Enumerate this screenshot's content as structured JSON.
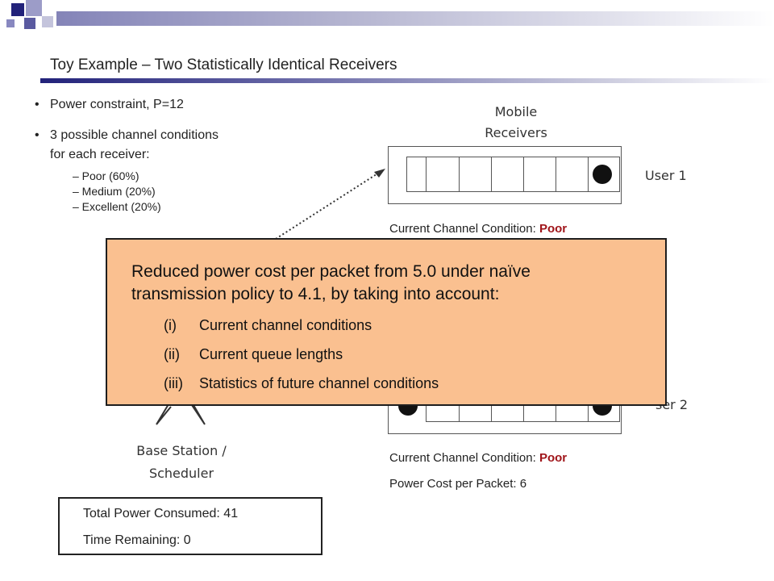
{
  "slide": {
    "title": "Toy Example – Two Statistically Identical Receivers",
    "accent_color": "#22227a"
  },
  "bullets": [
    {
      "text": "Power constraint, P=12"
    },
    {
      "text_line1": "3 possible channel conditions",
      "text_line2": "for each receiver:"
    }
  ],
  "sub_bullets": [
    "– Poor (60%)",
    "– Medium (20%)",
    "– Excellent (20%)"
  ],
  "diagram": {
    "mobile_label_line1": "Mobile",
    "mobile_label_line2": "Receivers",
    "user1_label": "User 1",
    "user2_label": "ser 2",
    "base_label_line1": "Base Station /",
    "base_label_line2": "Scheduler",
    "user1_condition_prefix": "Current Channel Condition: ",
    "user1_condition_value": "Poor",
    "user2_condition_prefix": "Current Channel Condition: ",
    "user2_condition_value": "Poor",
    "user2_power_cost": "Power Cost per Packet: 6"
  },
  "overlay": {
    "line1": "Reduced power cost per packet from 5.0 under naïve",
    "line2": "transmission policy to 4.1, by taking into account:",
    "items": [
      {
        "num": "(i)",
        "text": "Current channel conditions"
      },
      {
        "num": "(ii)",
        "text": "Current queue lengths"
      },
      {
        "num": "(iii)",
        "text": "Statistics of future channel conditions"
      }
    ],
    "background_color": "#fac090"
  },
  "summary": {
    "total_power": "Total Power Consumed:  41",
    "time_remaining": "Time Remaining:  0"
  },
  "icons": {
    "bullet": "bullet-dot-icon",
    "packet": "packet-dot-icon"
  }
}
